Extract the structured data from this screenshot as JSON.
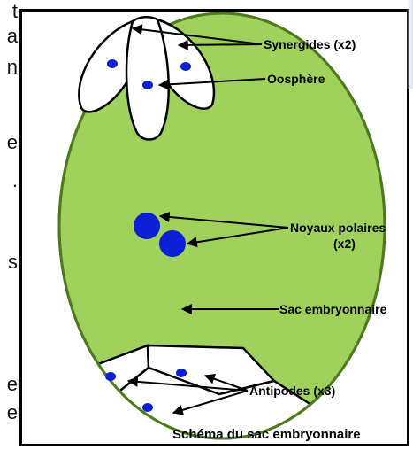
{
  "left_edge_glyphs": [
    "t",
    "a",
    "n",
    "e",
    ".",
    "s",
    "e",
    "e"
  ],
  "labels": {
    "synergides": "Synergides (x2)",
    "oosphere": "Oosphère",
    "noyaux_line1": "Noyaux polaires",
    "noyaux_line2": "(x2)",
    "sac": "Sac embryonnaire",
    "antipodes": "Antipodes (x3)"
  },
  "caption": "Schéma du sac embryonnaire",
  "colors": {
    "sac_fill": "#9fd15c",
    "sac_stroke": "#4e7a1e",
    "nucleus": "#0a1fd6",
    "cell_fill": "#ffffff",
    "outline": "#000000"
  }
}
